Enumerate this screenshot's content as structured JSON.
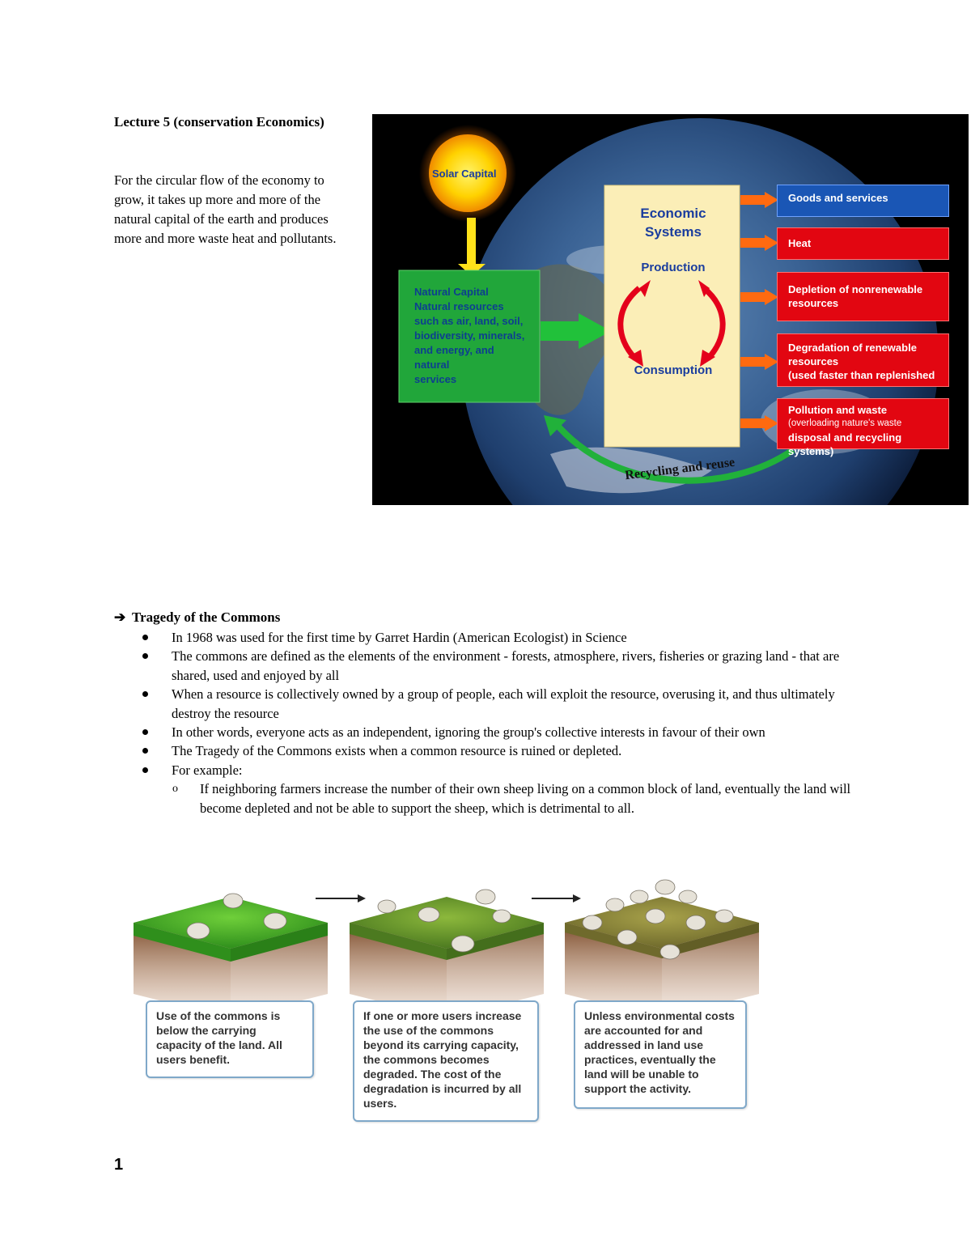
{
  "title": "Lecture 5 (conservation Economics)",
  "intro": "For the circular flow of the economy to grow, it takes up more and more of the natural capital of the earth and produces more and more waste heat and pollutants.",
  "diagram": {
    "solar_capital": "Solar Capital",
    "natural_capital": [
      "Natural Capital",
      "Natural resources",
      "such as air, land, soil,",
      "biodiversity, minerals,",
      "and energy, and",
      "natural",
      "services"
    ],
    "economic_systems": [
      "Economic",
      "Systems"
    ],
    "production": "Production",
    "consumption": "Consumption",
    "recycling": "Recycling and reuse",
    "outputs": {
      "goods": "Goods and services",
      "heat": "Heat",
      "depletion": [
        "Depletion of nonrenewable",
        "resources"
      ],
      "degradation": [
        "Degradation of renewable",
        "resources",
        "(used faster than replenished"
      ],
      "pollution": [
        "Pollution and waste",
        "(overloading nature's waste",
        "disposal and recycling systems)"
      ]
    }
  },
  "toc": {
    "heading": "Tragedy of the Commons",
    "bullets": [
      "In 1968 was used for the first time by Garret Hardin (American Ecologist) in Science",
      "The commons are defined as the elements of the environment - forests, atmosphere, rivers, fisheries or grazing land - that are shared, used and enjoyed by all",
      "When a resource is collectively owned by a group of people, each will exploit the resource, overusing it, and thus ultimately destroy the resource",
      "In other words, everyone acts as an independent, ignoring the group's collective interests in favour of their own",
      "The Tragedy of the Commons exists when a common resource is ruined or depleted.",
      "For example:"
    ],
    "sub_marker": "o",
    "sub_bullet": "If neighboring farmers increase the number of their own sheep living on a common block of land, eventually the land will become depleted and not be able to support the sheep, which is detrimental to all."
  },
  "commons": {
    "captions": [
      "Use of the commons is below the carrying capacity of the land. All users benefit.",
      "If one or more users increase the use of the commons beyond its carrying capacity, the commons becomes degraded. The cost of the degradation is incurred by all users.",
      "Unless environmental costs are accounted for and addressed in land use practices, eventually the land will be unable to support the activity."
    ]
  },
  "page_number": "1"
}
